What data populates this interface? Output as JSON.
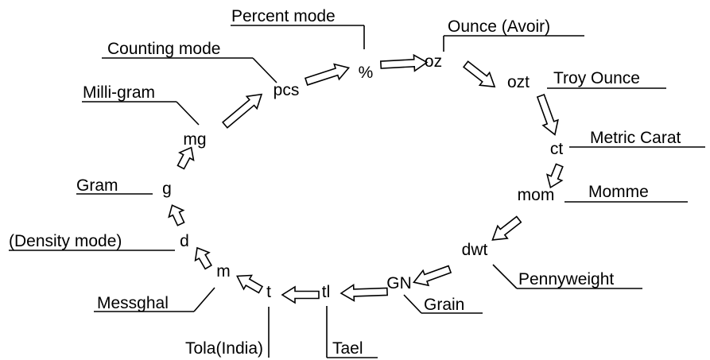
{
  "nodes": [
    {
      "id": "pct",
      "symbol": "%",
      "label": "Percent mode"
    },
    {
      "id": "oz",
      "symbol": "oz",
      "label": "Ounce (Avoir)"
    },
    {
      "id": "ozt",
      "symbol": "ozt",
      "label": "Troy Ounce"
    },
    {
      "id": "ct",
      "symbol": "ct",
      "label": "Metric Carat"
    },
    {
      "id": "mom",
      "symbol": "mom",
      "label": "Momme"
    },
    {
      "id": "dwt",
      "symbol": "dwt",
      "label": "Pennyweight"
    },
    {
      "id": "gn",
      "symbol": "GN",
      "label": "Grain"
    },
    {
      "id": "tl",
      "symbol": "tl",
      "label": "Tael"
    },
    {
      "id": "t",
      "symbol": "t",
      "label": "Tola(India)"
    },
    {
      "id": "m",
      "symbol": "m",
      "label": "Messghal"
    },
    {
      "id": "d",
      "symbol": "d",
      "label": "(Density mode)"
    },
    {
      "id": "g",
      "symbol": "g",
      "label": "Gram"
    },
    {
      "id": "mg",
      "symbol": "mg",
      "label": "Milli-gram"
    },
    {
      "id": "pcs",
      "symbol": "pcs",
      "label": "Counting mode"
    }
  ],
  "edges": [
    {
      "from": "pct",
      "to": "oz"
    },
    {
      "from": "oz",
      "to": "ozt"
    },
    {
      "from": "ozt",
      "to": "ct"
    },
    {
      "from": "ct",
      "to": "mom"
    },
    {
      "from": "mom",
      "to": "dwt"
    },
    {
      "from": "dwt",
      "to": "gn"
    },
    {
      "from": "gn",
      "to": "tl"
    },
    {
      "from": "tl",
      "to": "t"
    },
    {
      "from": "t",
      "to": "m"
    },
    {
      "from": "m",
      "to": "d"
    },
    {
      "from": "d",
      "to": "g"
    },
    {
      "from": "g",
      "to": "mg"
    },
    {
      "from": "mg",
      "to": "pcs"
    },
    {
      "from": "pcs",
      "to": "pct"
    }
  ]
}
